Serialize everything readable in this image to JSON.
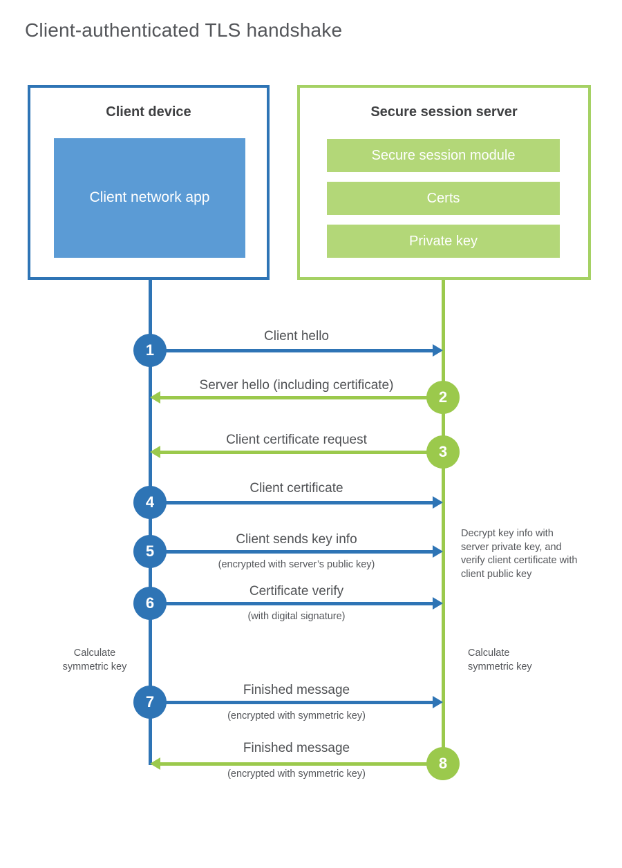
{
  "title": "Client-authenticated TLS handshake",
  "colors": {
    "blue": "#2e74b5",
    "blue_fill": "#5b9bd5",
    "green": "#9bc94c",
    "green_border": "#a5d164",
    "green_fill": "#b3d778",
    "text_dark": "#3f4042",
    "text_gray": "#54565a"
  },
  "client": {
    "title": "Client device",
    "module": "Client network app"
  },
  "server": {
    "title": "Secure session server",
    "modules": [
      "Secure session module",
      "Certs",
      "Private key"
    ]
  },
  "steps": [
    {
      "num": "1",
      "direction": "client-to-server",
      "label": "Client hello",
      "sublabel": ""
    },
    {
      "num": "2",
      "direction": "server-to-client",
      "label": "Server hello (including certificate)",
      "sublabel": ""
    },
    {
      "num": "3",
      "direction": "server-to-client",
      "label": "Client certificate request",
      "sublabel": ""
    },
    {
      "num": "4",
      "direction": "client-to-server",
      "label": "Client certificate",
      "sublabel": ""
    },
    {
      "num": "5",
      "direction": "client-to-server",
      "label": "Client sends key info",
      "sublabel": "(encrypted with server’s public key)"
    },
    {
      "num": "6",
      "direction": "client-to-server",
      "label": "Certificate verify",
      "sublabel": "(with digital signature)"
    },
    {
      "num": "7",
      "direction": "client-to-server",
      "label": "Finished message",
      "sublabel": "(encrypted with symmetric key)"
    },
    {
      "num": "8",
      "direction": "server-to-client",
      "label": "Finished message",
      "sublabel": "(encrypted with symmetric key)"
    }
  ],
  "notes": {
    "decrypt": "Decrypt key info with server private key, and verify client certificate with client public key",
    "calc_left": "Calculate symmetric key",
    "calc_right": "Calculate symmetric key"
  }
}
